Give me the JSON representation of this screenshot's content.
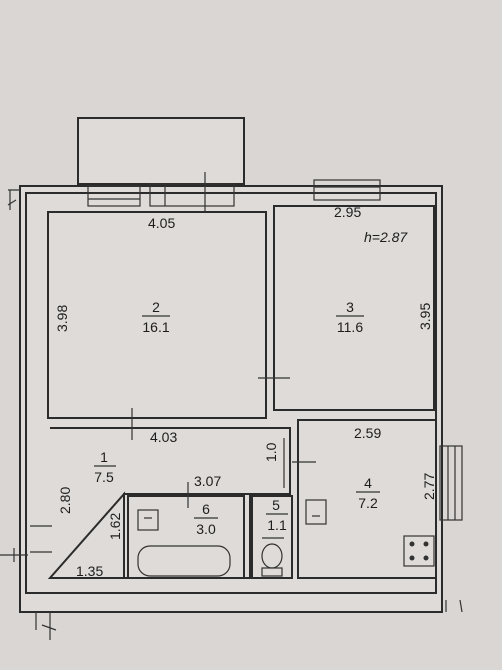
{
  "plan": {
    "ceiling_height": "h=2.87",
    "rooms": [
      {
        "id": "room-2",
        "number": "2",
        "area": "16.1"
      },
      {
        "id": "room-3",
        "number": "3",
        "area": "11.6"
      },
      {
        "id": "room-1",
        "number": "1",
        "area": "7.5"
      },
      {
        "id": "room-4",
        "number": "4",
        "area": "7.2"
      },
      {
        "id": "room-5",
        "number": "5",
        "area": "1.1"
      },
      {
        "id": "room-6",
        "number": "6",
        "area": "3.0"
      }
    ],
    "dimensions": {
      "r2_width": "4.05",
      "r2_height": "3.98",
      "r2_bottom": "4.03",
      "r3_width": "2.95",
      "r3_height": "3.95",
      "r4_width": "2.59",
      "r4_height": "2.77",
      "corridor": "1.0",
      "hall_height": "2.80",
      "hall_inner": "1.62",
      "hall_bottom": "1.35",
      "bath_width": "3.07"
    }
  }
}
